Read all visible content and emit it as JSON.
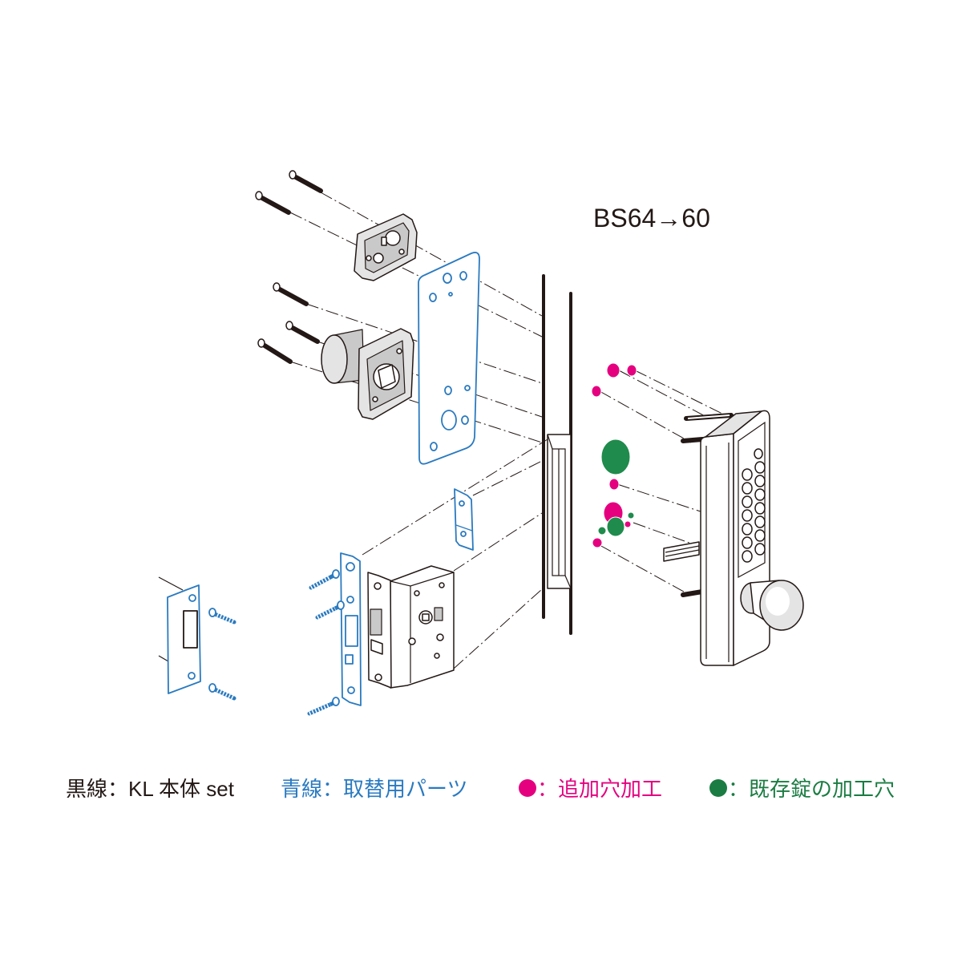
{
  "title": "BS64→60",
  "legend": [
    {
      "text": "黒線：KL 本体 set",
      "color": "#231815"
    },
    {
      "text": "青線：取替用パーツ",
      "color": "#2a7ac0"
    },
    {
      "text": "：追加穴加工",
      "color": "#e4007f"
    },
    {
      "text": "：既存錠の加工穴",
      "color": "#1a7c42"
    }
  ]
}
